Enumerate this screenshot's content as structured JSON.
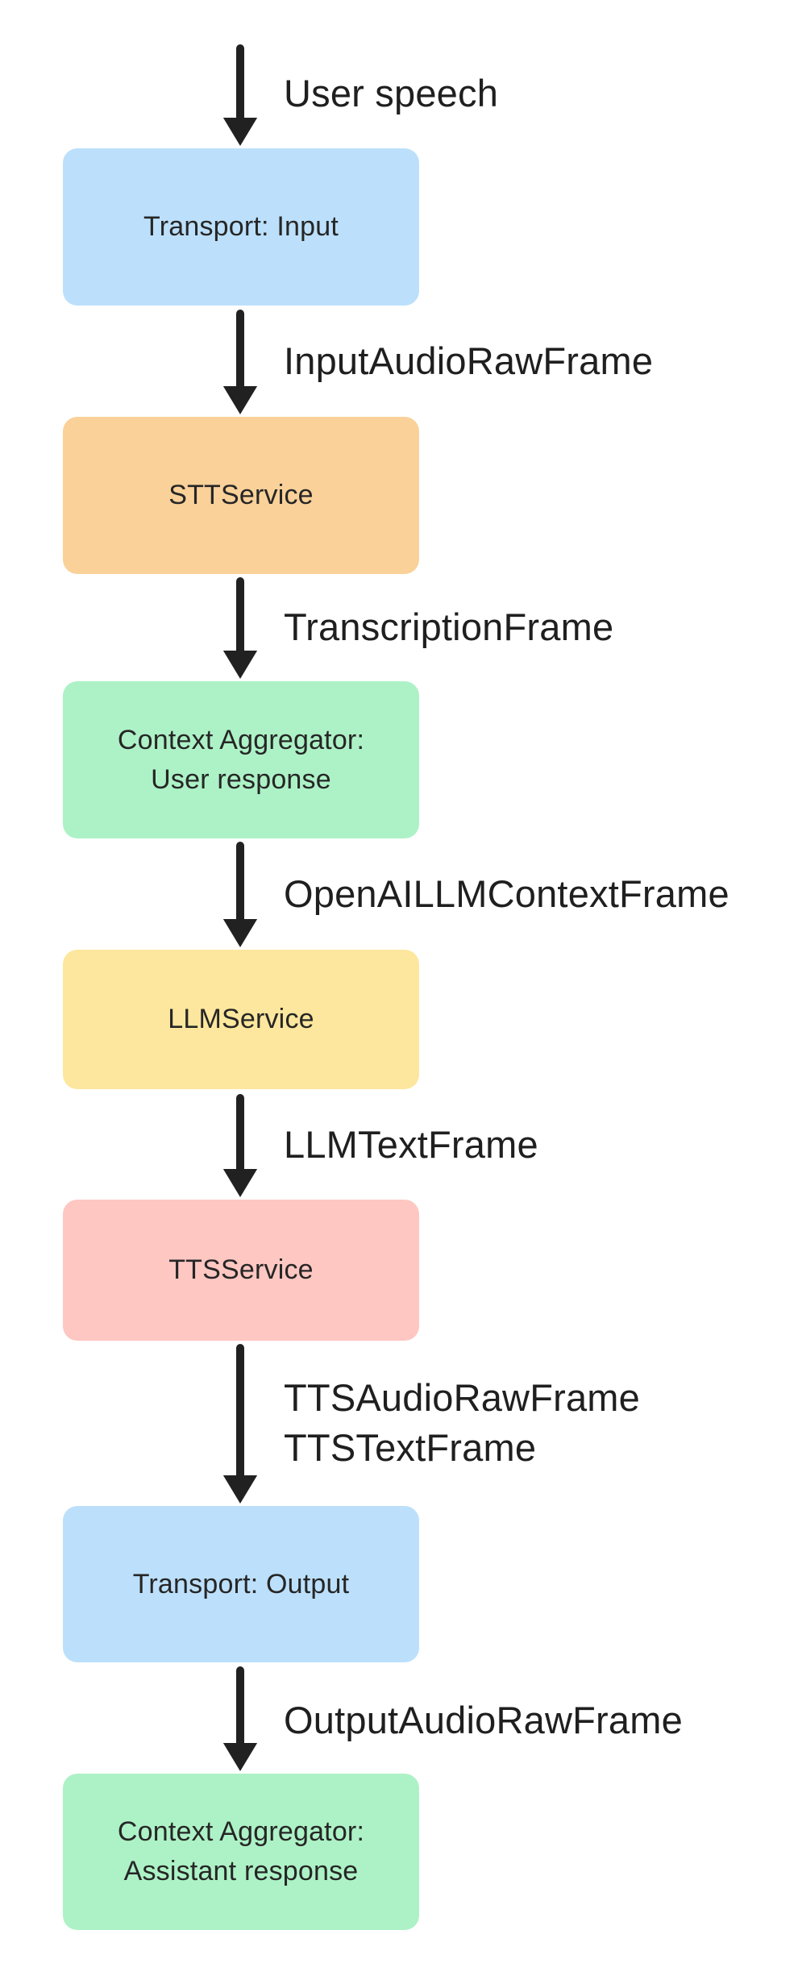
{
  "diagram": {
    "background": "#ffffff",
    "arrow_color": "#212121",
    "nodes": [
      {
        "label_line1": "Transport: Input",
        "fill": "#bce0fb"
      },
      {
        "label_line1": "STTService",
        "fill": "#fad199"
      },
      {
        "label_line1": "Context Aggregator:",
        "label_line2": "User response",
        "fill": "#adf2c6"
      },
      {
        "label_line1": "LLMService",
        "fill": "#fde79e"
      },
      {
        "label_line1": "TTSService",
        "fill": "#fec7c2"
      },
      {
        "label_line1": "Transport: Output",
        "fill": "#bce0fb"
      },
      {
        "label_line1": "Context Aggregator:",
        "label_line2": "Assistant response",
        "fill": "#adf2c6"
      }
    ],
    "edge_labels": [
      {
        "line1": "User speech"
      },
      {
        "line1": "InputAudioRawFrame"
      },
      {
        "line1": "TranscriptionFrame"
      },
      {
        "line1": "OpenAILLMContextFrame"
      },
      {
        "line1": "LLMTextFrame"
      },
      {
        "line1": "TTSAudioRawFrame",
        "line2": "TTSTextFrame"
      },
      {
        "line1": "OutputAudioRawFrame"
      }
    ]
  }
}
